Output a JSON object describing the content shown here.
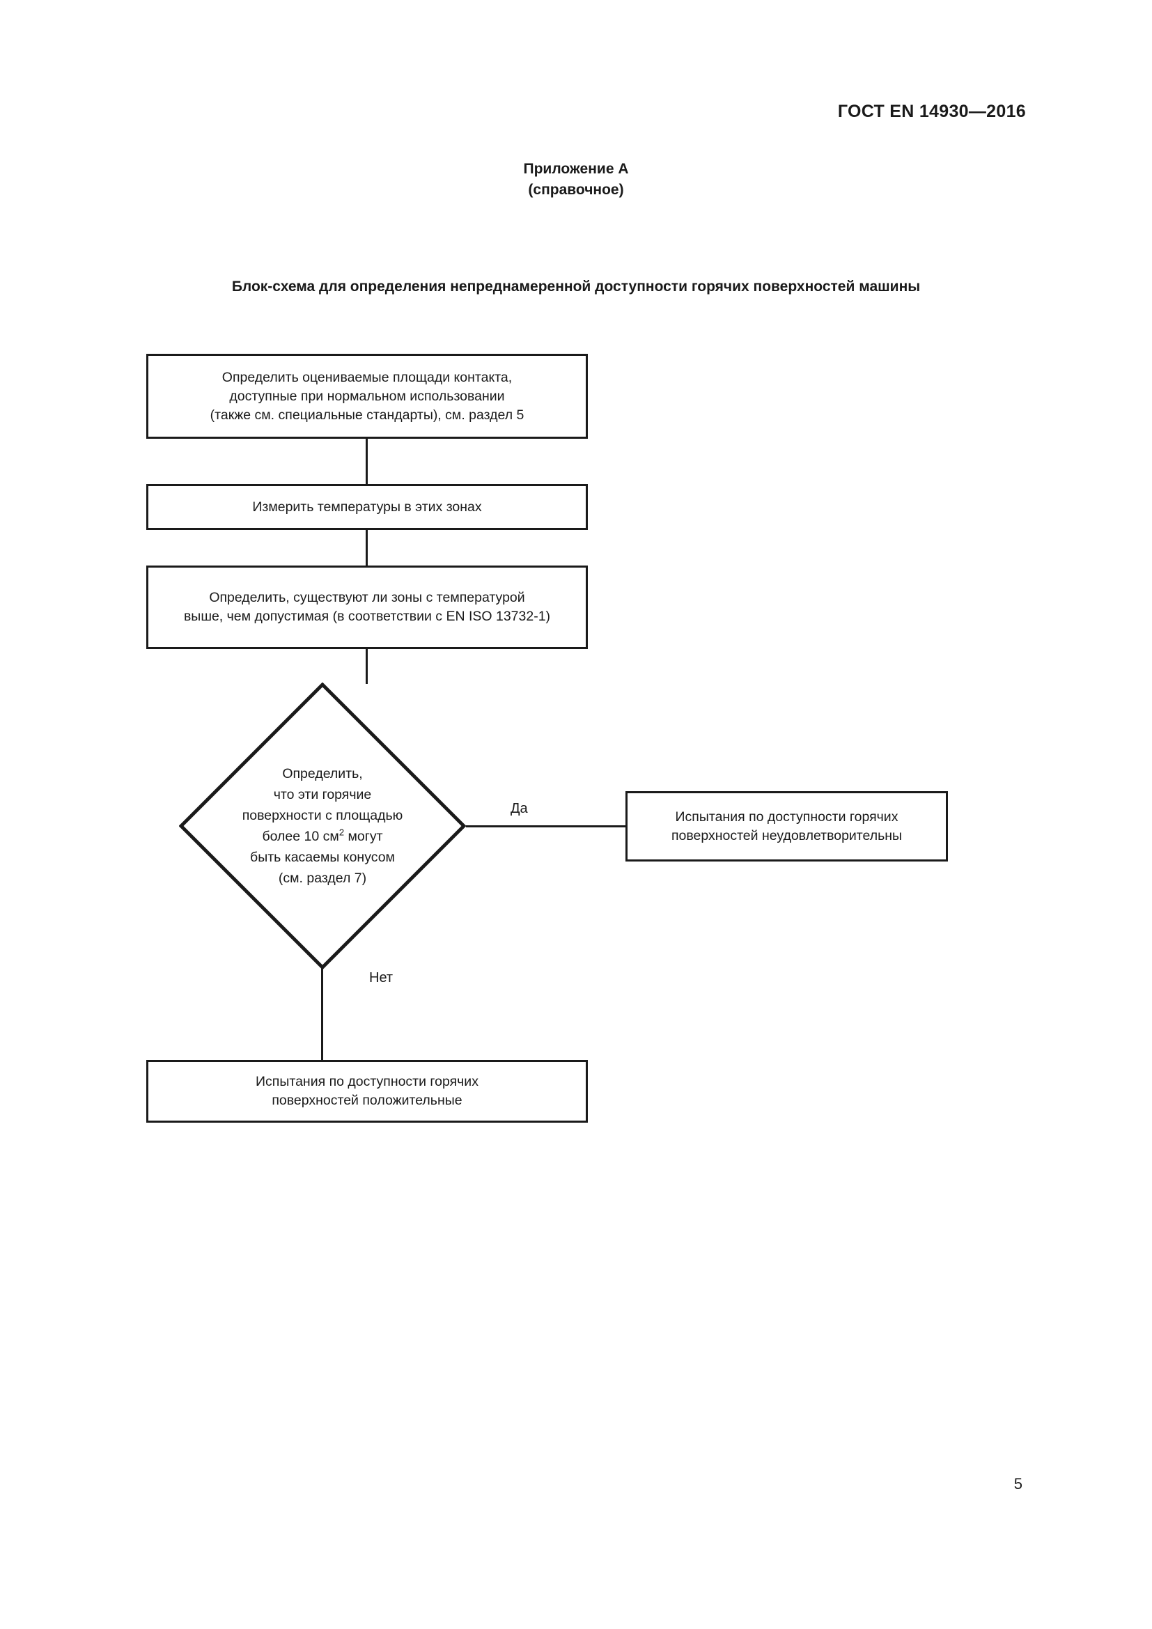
{
  "document": {
    "header": "ГОСТ EN 14930—2016",
    "page_number": "5"
  },
  "annex": {
    "title": "Приложение А",
    "subtitle": "(справочное)",
    "heading": "Блок-схема для определения непреднамеренной доступности горячих поверхностей машины"
  },
  "flowchart": {
    "nodes": {
      "contact_areas": {
        "line1": "Определить оцениваемые площади контакта,",
        "line2": "доступные при нормальном использовании",
        "line3": "(также см. специальные стандарты), см. раздел 5"
      },
      "measure_temp": {
        "line1": "Измерить температуры в этих зонах"
      },
      "determine_zones": {
        "line1": "Определить, существуют ли зоны с температурой",
        "line2": "выше, чем допустимая (в соответствии с EN ISO 13732-1)"
      },
      "decision": {
        "line1": "Определить,",
        "line2": "что эти горячие",
        "line3": "поверхности с площадью",
        "line4_pre": "более 10 см",
        "line4_sup": "2",
        "line4_post": " могут",
        "line5": "быть касаемы конусом",
        "line6": "(см. раздел 7)"
      },
      "result_negative": {
        "line1": "Испытания по доступности горячих",
        "line2": "поверхностей неудовлетворительны"
      },
      "result_positive": {
        "line1": "Испытания по доступности горячих",
        "line2": "поверхностей положительные"
      }
    },
    "branch_labels": {
      "yes": "Да",
      "no": "Нет"
    },
    "colors": {
      "stroke": "#1a1a1a",
      "fill": "#ffffff"
    }
  }
}
